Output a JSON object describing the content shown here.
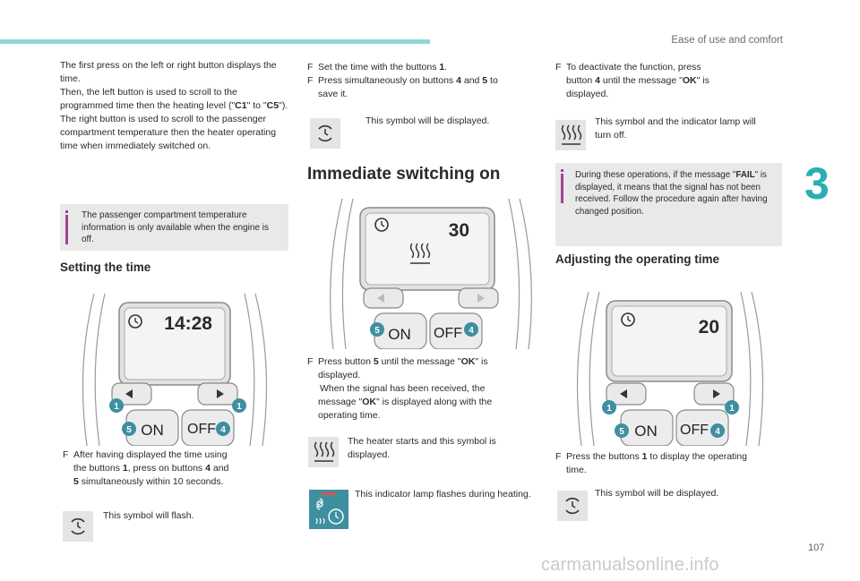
{
  "header": {
    "section_title": "Ease of use and comfort",
    "chapter": "3",
    "page_number": "107"
  },
  "watermark": "carmanualsonline.info",
  "col1": {
    "intro": [
      "The first press on the left or right button displays the time.",
      "Then, the left button is used to scroll to the programmed time then the heating level (\"C1\" to \"C5\").",
      "The right button is used to scroll to the passenger compartment temperature then the heater operating time when immediately switched on."
    ],
    "info_text": "The passenger compartment temperature information is only available when the engine is off.",
    "setting_heading": "Setting the time",
    "remote_display": "14:28",
    "after_text": "After having displayed the time using the buttons 1, press on buttons 4 and 5 simultaneously within 10 seconds.",
    "flash_text": "This symbol will flash."
  },
  "col2": {
    "set_time": "Set the time with the buttons 1.",
    "press_45": "Press simultaneously on buttons 4 and 5 to save it.",
    "symbol_displayed": "This symbol will be displayed.",
    "heading": "Immediate switching on",
    "remote_display": "30",
    "press5": "Press button 5 until the message \"OK\" is displayed.",
    "signal": "When the signal has been received, the message \"OK\" is displayed along with the operating time.",
    "heater_text": "The heater starts and this symbol is displayed.",
    "lamp_text": "This indicator lamp flashes during heating."
  },
  "col3": {
    "deactivate": "To deactivate the function, press button 4 until the message \"OK\" is displayed.",
    "turn_off": "This symbol and the indicator lamp will turn off.",
    "info_text": "During these operations, if the message \"FAIL\" is displayed, it means that the signal has not been received. Follow the procedure again after having changed position.",
    "heading": "Adjusting the operating time",
    "remote_display": "20",
    "press1": "Press the buttons 1 to display the operating time.",
    "symbol_displayed": "This symbol will be displayed."
  },
  "remote_labels": {
    "on": "ON",
    "off": "OFF",
    "b1": "1",
    "b4": "4",
    "b5": "5"
  },
  "symbol_glyph": "F",
  "colors": {
    "accent": "#2aaeb3",
    "info_bar": "#a04390",
    "badge": "#3e8fa0",
    "info_bg": "#e9e9e9"
  }
}
